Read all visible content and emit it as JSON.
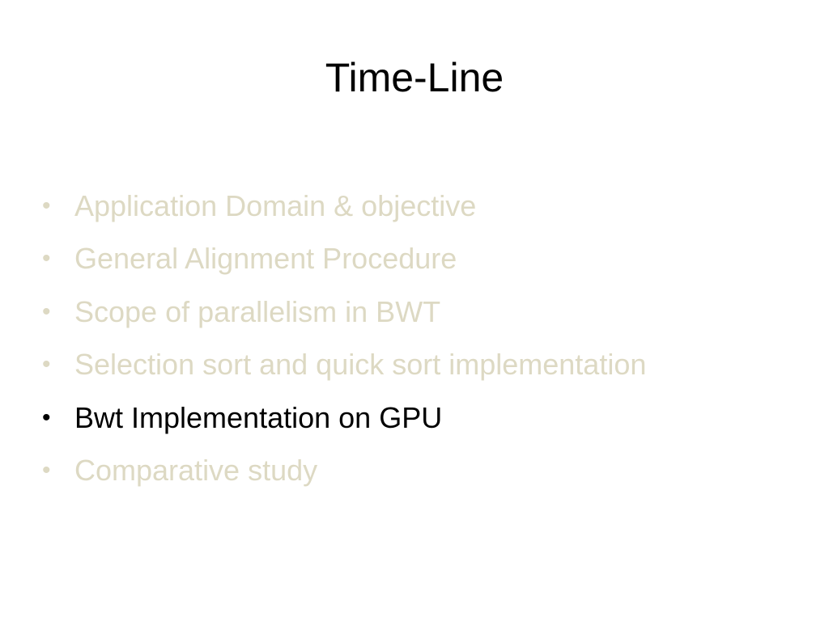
{
  "slide": {
    "title": "Time-Line",
    "bullet_glyph": "•",
    "colors": {
      "active": "#000000",
      "inactive": "#ddd9c3",
      "background": "#ffffff"
    },
    "items": [
      {
        "text": "Application Domain & objective",
        "active": false
      },
      {
        "text": "General Alignment Procedure",
        "active": false
      },
      {
        "text": "Scope of parallelism in BWT",
        "active": false
      },
      {
        "text": "Selection sort and quick sort implementation",
        "active": false
      },
      {
        "text": "Bwt Implementation on GPU",
        "active": true
      },
      {
        "text": "Comparative study",
        "active": false
      }
    ]
  }
}
